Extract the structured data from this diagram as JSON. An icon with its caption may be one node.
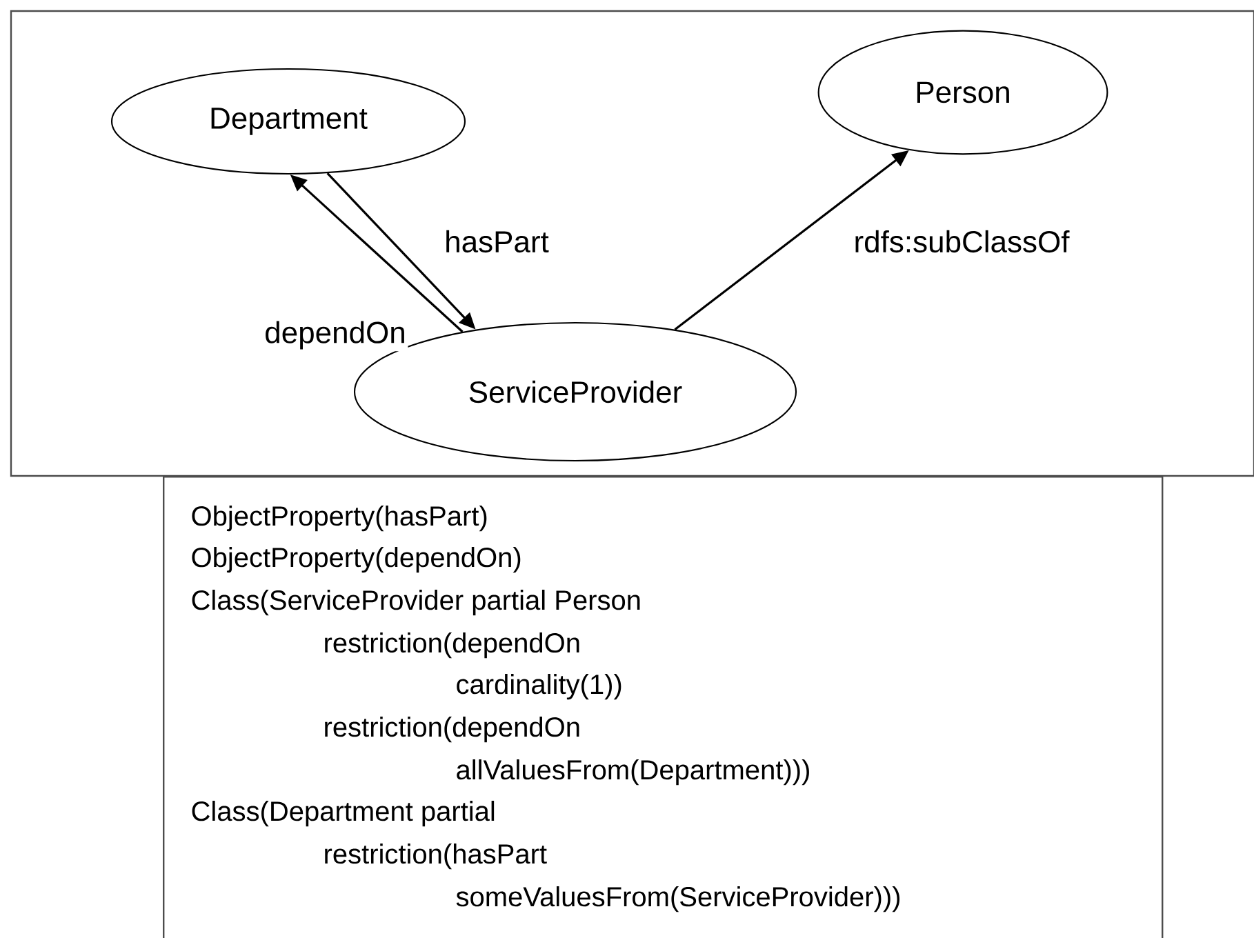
{
  "diagram": {
    "nodes": [
      {
        "text": [
          "Department"
        ]
      },
      {
        "text": [
          "Person"
        ]
      },
      {
        "text": [
          "ServiceProvider"
        ]
      },
      {
        "text": [
          "ObjectProperty(hasPart)",
          "ObjectProperty(dependOn)",
          "Class(ServiceProvider partial Person",
          "restriction(dependOn",
          "cardinality(1))",
          "restriction(dependOn",
          "allValuesFrom(Department)))",
          "Class(Department partial",
          "restriction(hasPart",
          "someValuesFrom(ServiceProvider)))"
        ]
      }
    ],
    "edges": [
      {
        "from": 0,
        "to": 2,
        "arrow": "to",
        "label": "hasPart"
      },
      {
        "from": 2,
        "to": 0,
        "arrow": "to",
        "label": "dependOn"
      },
      {
        "from": 2,
        "to": 1,
        "arrow": "to",
        "label": "rdfs:subClassOf"
      }
    ]
  }
}
